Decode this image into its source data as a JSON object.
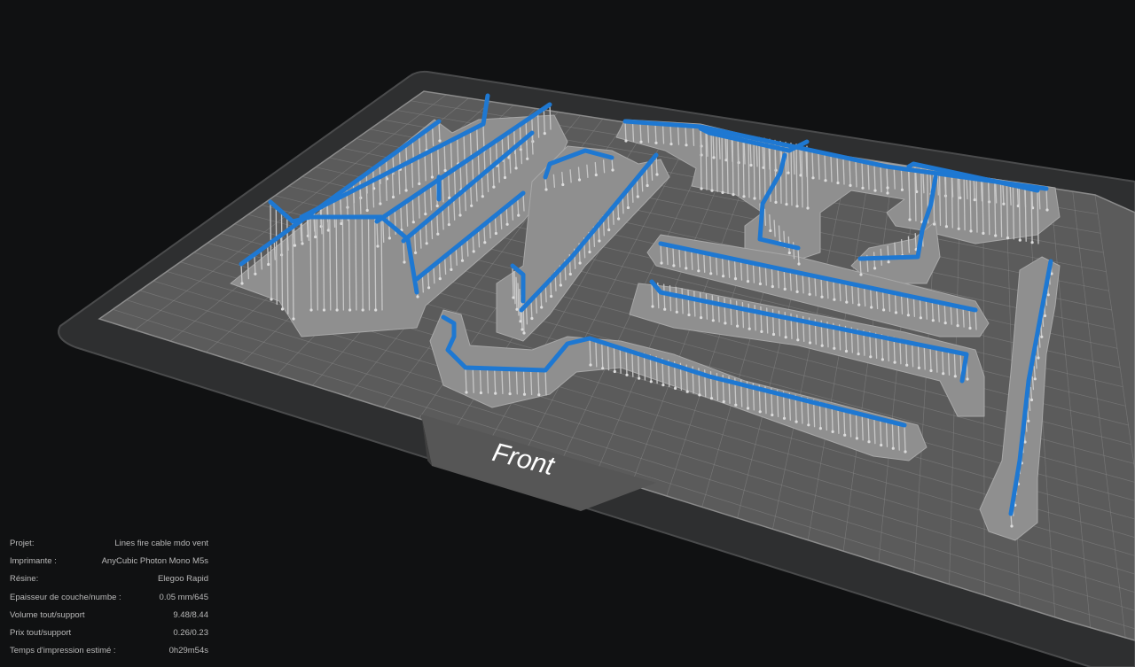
{
  "viewport": {
    "orientation_label": "Front",
    "background_color": "#101112",
    "plate_color": "#5b5b5b",
    "grid_color": "#8a8a8a",
    "support_color": "#c8c8c8",
    "model_color": "#1e78d2"
  },
  "info": {
    "rows": [
      {
        "label": "Projet:",
        "value": "Lines fire cable mdo vent"
      },
      {
        "label": "Imprimante :",
        "value": "AnyCubic Photon Mono M5s"
      },
      {
        "label": "Résine:",
        "value": "Elegoo Rapid"
      },
      {
        "label": "Epaisseur de couche/numbe :",
        "value": "0.05 mm/645"
      },
      {
        "label": "Volume tout/support",
        "value": "9.48/8.44"
      },
      {
        "label": "Prix tout/support",
        "value": "0.26/0.23"
      },
      {
        "label": "Temps d'impression estimé :",
        "value": "0h29m54s"
      }
    ]
  }
}
